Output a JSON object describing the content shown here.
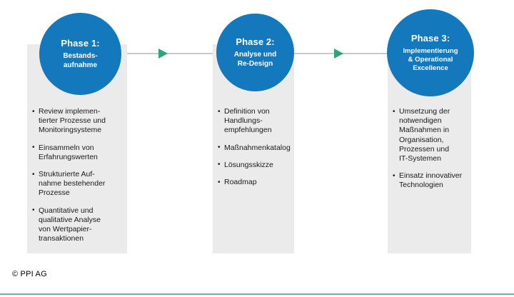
{
  "diagram": {
    "type": "three-phase-process-flow",
    "accent_blue": "#1478BD",
    "arrow_green": "#2FA477",
    "panel_gray": "#ebebeb",
    "rule_teal": "#7FA8A8",
    "phases": [
      {
        "title": "Phase 1:",
        "subtitle": "Bestands-\naufnahme",
        "subtitle_lines": [
          "Bestands-",
          "aufnahme"
        ],
        "bullets": [
          "Review implemen-\ntierter Prozesse und\nMonitoringsysteme",
          "Einsammeln von\nErfahrungswerten",
          "Strukturierte Auf-\nnahme bestehender\nProzesse",
          "Quantitative und\nqualitative Analyse\nvon Wertpapier-\ntransaktionen"
        ]
      },
      {
        "title": "Phase 2:",
        "subtitle": "Analyse und\nRe-Design",
        "subtitle_lines": [
          "Analyse und",
          "Re-Design"
        ],
        "bullets": [
          "Definition von\nHandlungs-\nempfehlungen",
          "Maßnahmenkatalog",
          "Lösungsskizze",
          "Roadmap"
        ]
      },
      {
        "title": "Phase 3:",
        "subtitle": "Implementierung\n& Operational\nExcellence",
        "subtitle_lines": [
          "Implementierung",
          "& Operational",
          "Excellence"
        ],
        "bullets": [
          "Umsetzung der\nnotwendigen\nMaßnahmen in\nOrganisation,\nProzessen und\nIT-Systemen",
          "Einsatz innovativer\nTechnologien"
        ]
      }
    ],
    "connectors": [
      {
        "from": "Phase 1:",
        "to": "Phase 2:",
        "marker": "arrow-right"
      },
      {
        "from": "Phase 2:",
        "to": "Phase 3:",
        "marker": "arrow-right"
      }
    ]
  },
  "footer": {
    "copyright": "© PPI AG"
  }
}
